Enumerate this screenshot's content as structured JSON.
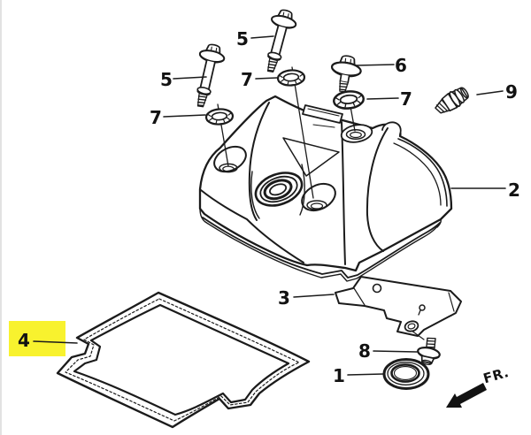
{
  "diagram": {
    "background_color": "#ffffff",
    "line_color": "#1b1b1b",
    "highlight_color": "#f8f22e",
    "fr_label": "FR.",
    "callouts": [
      {
        "id": "flange-bolt-upper-left",
        "part": "5"
      },
      {
        "id": "flange-bolt-top-middle",
        "part": "5"
      },
      {
        "id": "washer-left",
        "part": "7"
      },
      {
        "id": "washer-middle",
        "part": "7"
      },
      {
        "id": "flange-bolt-short",
        "part": "6"
      },
      {
        "id": "washer-right",
        "part": "7"
      },
      {
        "id": "plug-bolt",
        "part": "9"
      },
      {
        "id": "cylinder-head-cover",
        "part": "2"
      },
      {
        "id": "plate-bracket",
        "part": "3"
      },
      {
        "id": "lower-flange-bolt",
        "part": "8"
      },
      {
        "id": "seal-ring",
        "part": "1"
      },
      {
        "id": "head-cover-gasket",
        "part": "4"
      }
    ]
  }
}
